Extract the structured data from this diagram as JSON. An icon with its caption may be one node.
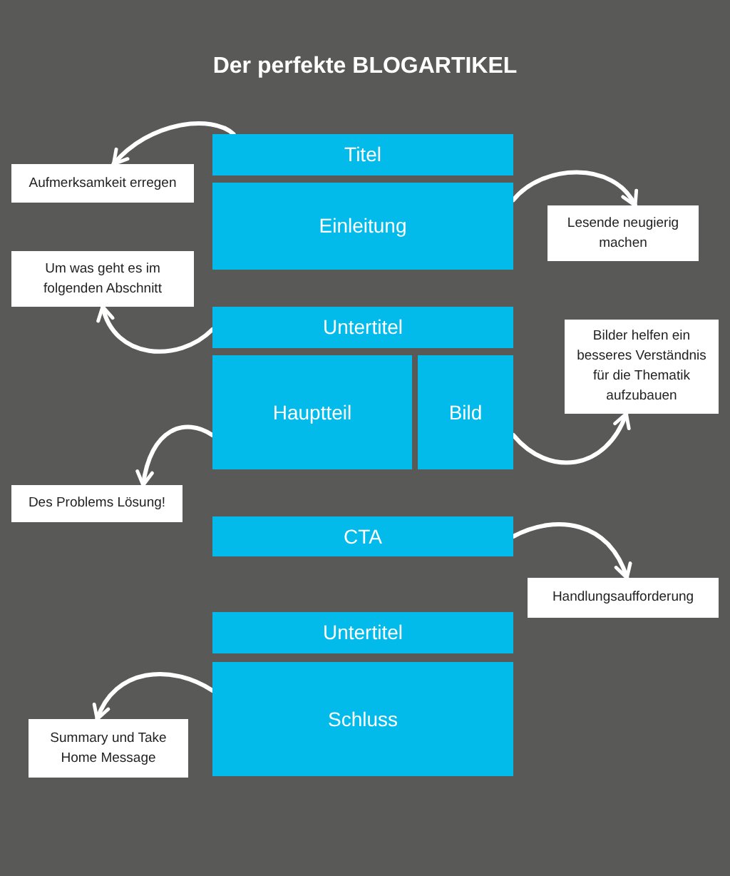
{
  "diagram": {
    "title": "Der perfekte BLOGARTIKEL",
    "nodes": [
      {
        "text": [
          "Titel"
        ]
      },
      {
        "text": [
          "Aufmerksamkeit erregen"
        ]
      },
      {
        "text": [
          "Einleitung"
        ]
      },
      {
        "text": [
          "Lesende neugierig machen"
        ]
      },
      {
        "text": [
          "Um was geht es im folgenden Abschnitt"
        ]
      },
      {
        "text": [
          "Untertitel"
        ]
      },
      {
        "text": [
          "Bilder helfen ein besseres Verständnis für die Thematik aufzubauen"
        ]
      },
      {
        "text": [
          "Hauptteil"
        ]
      },
      {
        "text": [
          "Bild"
        ]
      },
      {
        "text": [
          "Des Problems Lösung!"
        ]
      },
      {
        "text": [
          "CTA"
        ]
      },
      {
        "text": [
          "Handlungsaufforderung"
        ]
      },
      {
        "text": [
          "Untertitel"
        ]
      },
      {
        "text": [
          "Schluss"
        ]
      },
      {
        "text": [
          "Summary und Take Home Message"
        ]
      }
    ],
    "edges": [
      {
        "from": 0,
        "to": 1,
        "arrow": "to"
      },
      {
        "from": 2,
        "to": 3,
        "arrow": "to"
      },
      {
        "from": 5,
        "to": 4,
        "arrow": "to"
      },
      {
        "from": 7,
        "to": 9,
        "arrow": "to"
      },
      {
        "from": 8,
        "to": 6,
        "arrow": "to"
      },
      {
        "from": 10,
        "to": 11,
        "arrow": "to"
      },
      {
        "from": 13,
        "to": 14,
        "arrow": "to"
      }
    ]
  }
}
